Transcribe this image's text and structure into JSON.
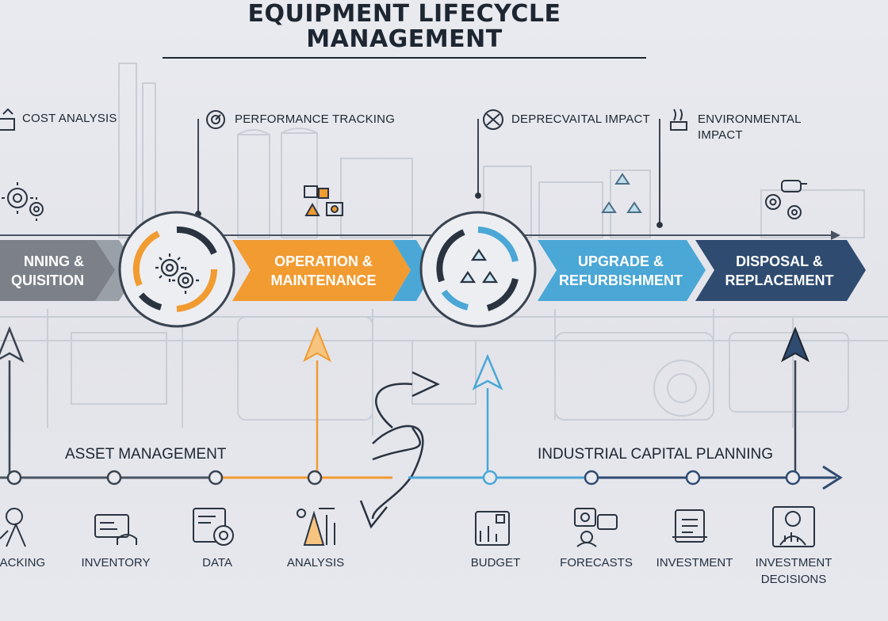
{
  "title": "EQUIPMENT LIFECYCLE MANAGEMENT",
  "annotations": {
    "cost": "COST ANALYSIS",
    "performance": "PERFORMANCE TRACKING",
    "deprec": "DEPRECVAITAL IMPACT",
    "environmental": "ENVIRONMENTAL\nIMPACT"
  },
  "stages": [
    {
      "label": "NNING &\nQUISITION",
      "color": "#7c8088"
    },
    {
      "label": "OPERATION &\nMAINTENANCE",
      "color": "#f19b31"
    },
    {
      "label": "UPGRADE &\nREFURBISHMENT",
      "color": "#4aa7d6"
    },
    {
      "label": "DISPOSAL &\nREPLACEMENT",
      "color": "#2f4b70"
    }
  ],
  "tracks": {
    "left": "ASSET MANAGEMENT",
    "right": "INDUSTRIAL CAPITAL PLANNING"
  },
  "bottom_items": [
    {
      "label": "RACKING",
      "icon": "tracking-icon"
    },
    {
      "label": "INVENTORY",
      "icon": "inventory-icon"
    },
    {
      "label": "DATA",
      "icon": "data-icon"
    },
    {
      "label": "ANALYSIS",
      "icon": "analysis-icon"
    },
    {
      "label": "BUDGET",
      "icon": "budget-icon"
    },
    {
      "label": "FORECASTS",
      "icon": "forecasts-icon"
    },
    {
      "label": "INVESTMENT",
      "icon": "investment-icon"
    },
    {
      "label": "INVESTMENT\nDECISIONS",
      "icon": "investment-decisions-icon"
    }
  ],
  "colors": {
    "grey": "#7c8088",
    "orange": "#f19b31",
    "blue": "#4aa7d6",
    "navy": "#2f4b70",
    "ink": "#1d2631"
  }
}
